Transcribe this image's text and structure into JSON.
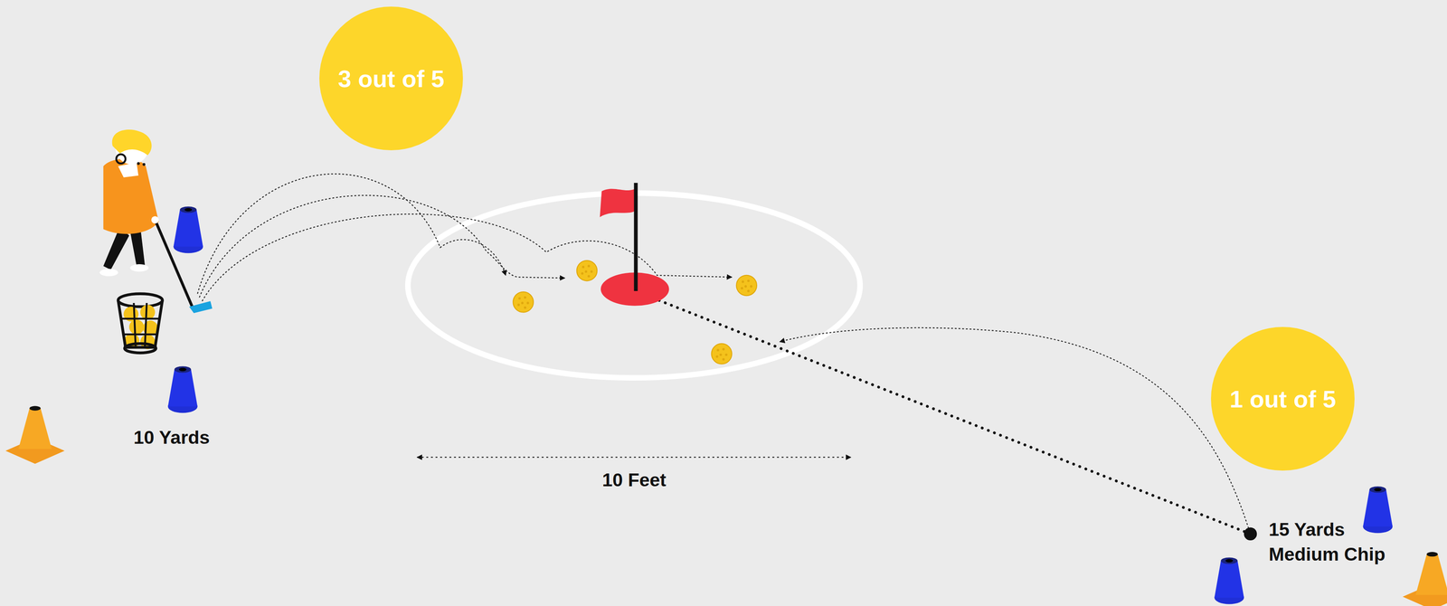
{
  "diagram": {
    "nodes": [
      {
        "text": [
          "3 out of 5"
        ]
      },
      {
        "text": [
          "1 out of 5"
        ]
      }
    ],
    "labels": [
      "10 Yards",
      "10 Feet",
      "15 Yards Medium Chip"
    ]
  }
}
